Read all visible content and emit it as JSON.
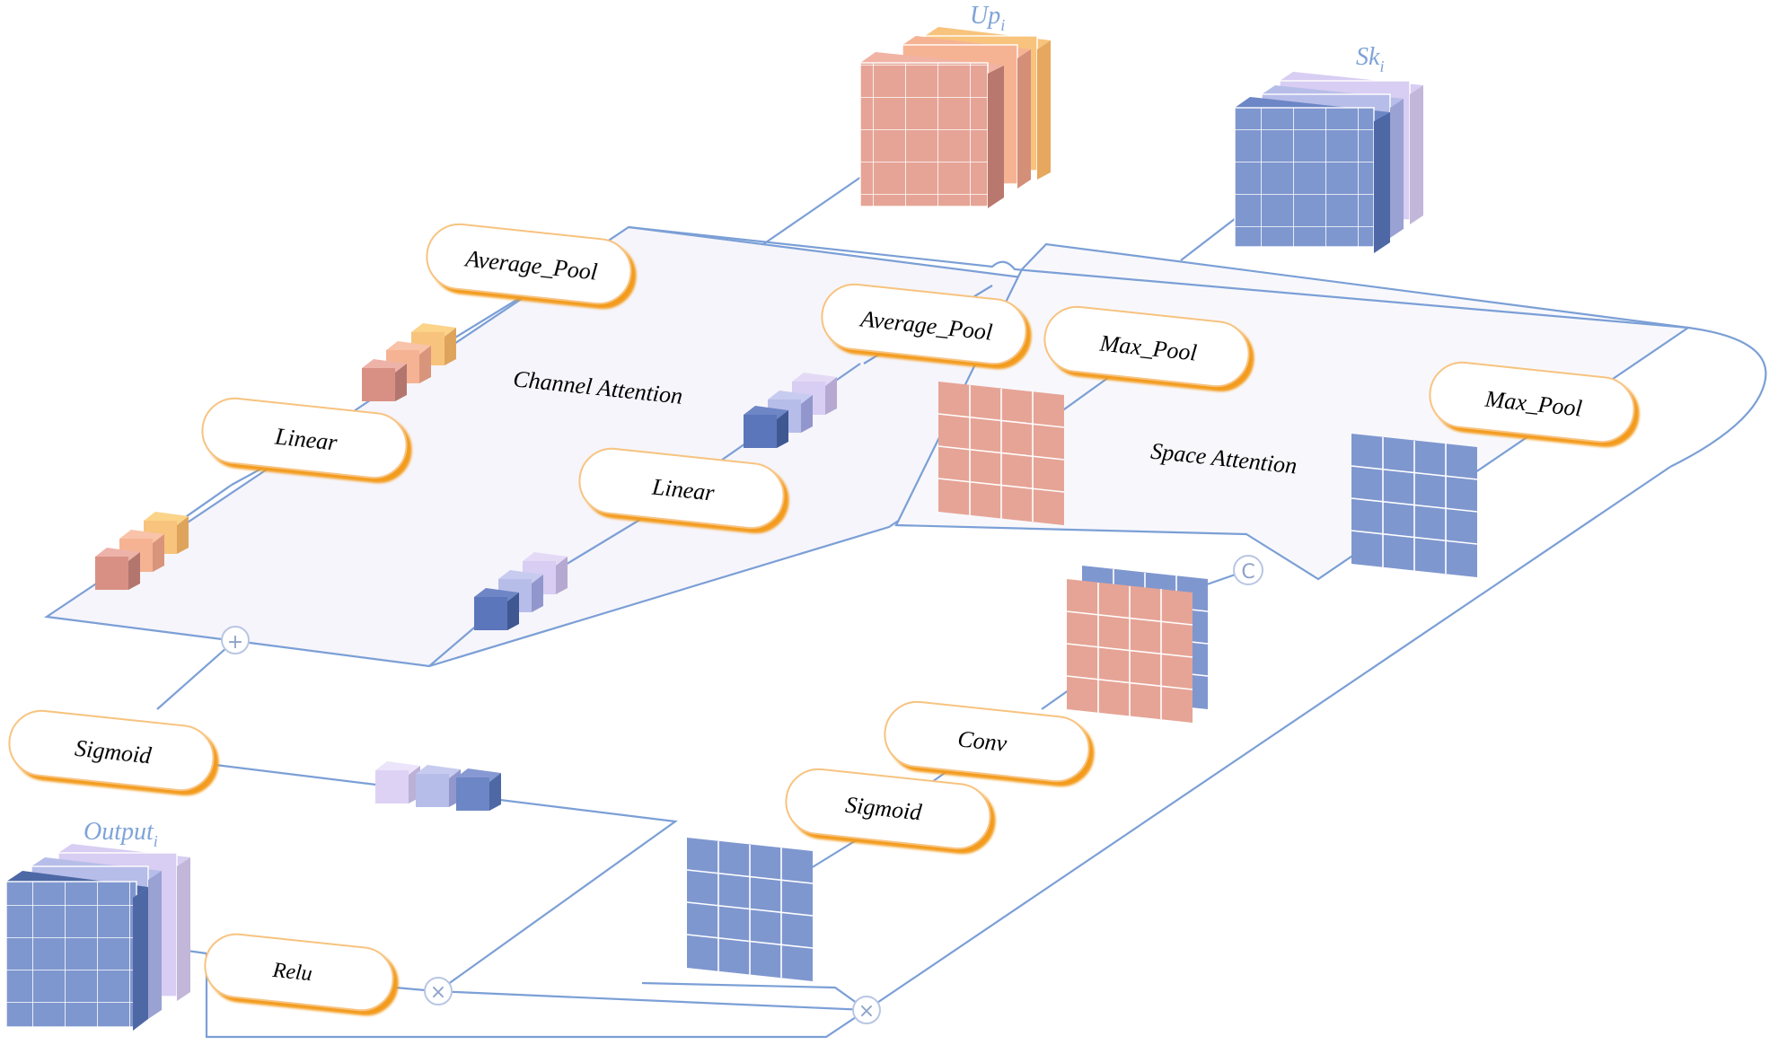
{
  "colors": {
    "wire": "#7b9fd6",
    "panel_fill": "#f6f5fb",
    "node_border": "#f5b04a",
    "pink": "#e6a496",
    "pink_dark": "#c07f75",
    "peach": "#f6b393",
    "orange": "#f8c37c",
    "blue": "#7f97cf",
    "blue_dark": "#4d68a5",
    "blue_light": "#b7bde9",
    "lavender": "#d8cdf2",
    "title": "#7fa3d8"
  },
  "titles": {
    "up": "Up",
    "up_sub": "i",
    "skip": "Sk",
    "skip_sub": "i",
    "output": "Output",
    "output_sub": "i"
  },
  "regions": {
    "channel": "Channel Attention",
    "space": "Space Attention"
  },
  "nodes": {
    "avg_pool_1": "Average_Pool",
    "avg_pool_2": "Average_Pool",
    "linear_1": "Linear",
    "linear_2": "Linear",
    "max_pool_1": "Max_Pool",
    "max_pool_2": "Max_Pool",
    "sigmoid_1": "Sigmoid",
    "sigmoid_2": "Sigmoid",
    "conv": "Conv",
    "relu": "Relu"
  },
  "operators": {
    "add": "+",
    "concat": "C",
    "mul_1": "×",
    "mul_2": "×"
  }
}
